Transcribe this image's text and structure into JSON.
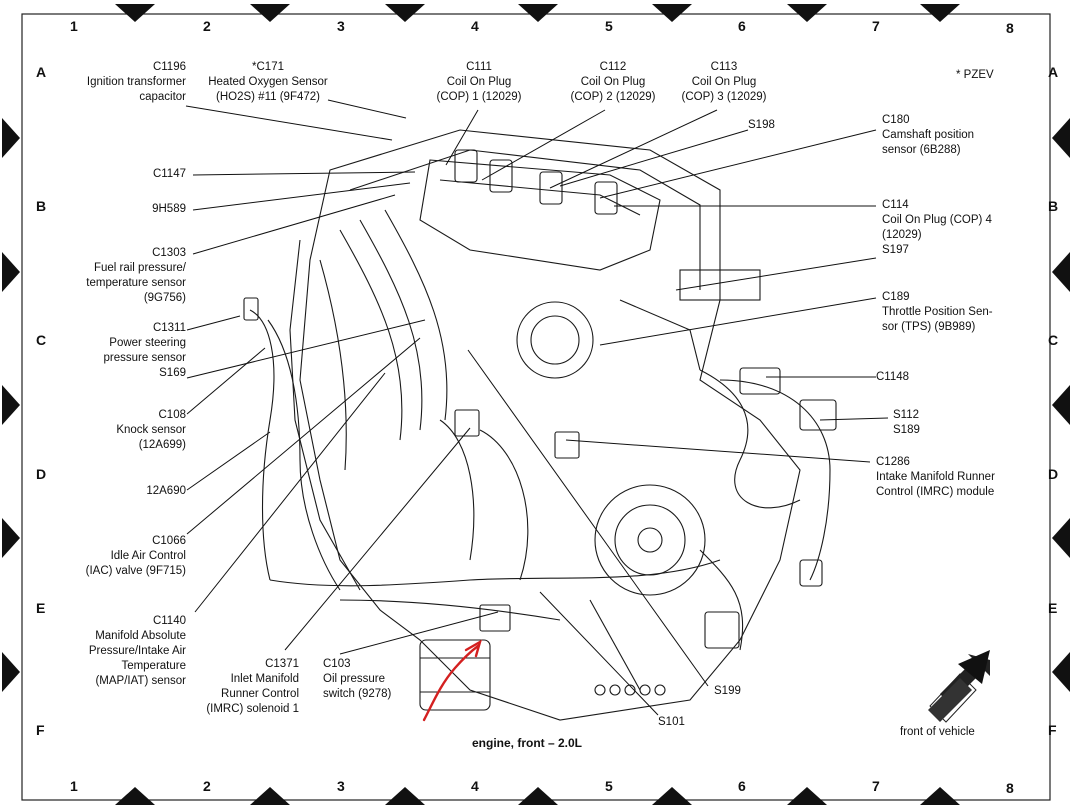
{
  "grid": {
    "columns": [
      "1",
      "2",
      "3",
      "4",
      "5",
      "6",
      "7",
      "8"
    ],
    "rows": [
      "A",
      "B",
      "C",
      "D",
      "E",
      "F"
    ]
  },
  "note": "* PZEV",
  "caption": "engine, front – 2.0L",
  "front_label": "front of vehicle",
  "labels_left": {
    "c1196": [
      "C1196",
      "Ignition transformer",
      "capacitor"
    ],
    "c171": [
      "*C171",
      "Heated Oxygen Sensor",
      "(HO2S) #11 (9F472)"
    ],
    "c1147": [
      "C1147"
    ],
    "9h589": [
      "9H589"
    ],
    "c1303": [
      "C1303",
      "Fuel rail pressure/",
      "temperature sensor",
      "(9G756)"
    ],
    "c1311": [
      "C1311",
      "Power steering",
      "pressure sensor",
      "S169"
    ],
    "c108": [
      "C108",
      "Knock sensor",
      "(12A699)"
    ],
    "12a690": [
      "12A690"
    ],
    "c1066": [
      "C1066",
      "Idle Air Control",
      "(IAC) valve (9F715)"
    ],
    "c1140": [
      "C1140",
      "Manifold Absolute",
      "Pressure/Intake Air",
      "Temperature",
      "(MAP/IAT) sensor"
    ]
  },
  "labels_top": {
    "c111": [
      "C111",
      "Coil On Plug",
      "(COP) 1 (12029)"
    ],
    "c112": [
      "C112",
      "Coil On Plug",
      "(COP) 2 (12029)"
    ],
    "c113": [
      "C113",
      "Coil On Plug",
      "(COP) 3 (12029)"
    ],
    "s198": [
      "S198"
    ]
  },
  "labels_right": {
    "c180": [
      "C180",
      "Camshaft position",
      "sensor (6B288)"
    ],
    "c114": [
      "C114",
      "Coil On Plug (COP) 4",
      "(12029)",
      "S197"
    ],
    "c189": [
      "C189",
      "Throttle Position Sen-",
      "sor (TPS) (9B989)"
    ],
    "c1148": [
      "C1148"
    ],
    "s112": [
      "S112",
      "S189"
    ],
    "c1286": [
      "C1286",
      "Intake Manifold Runner",
      "Control (IMRC) module"
    ]
  },
  "labels_bottom": {
    "c1371": [
      "C1371",
      "Inlet Manifold",
      "Runner Control",
      "(IMRC) solenoid 1"
    ],
    "c103": [
      "C103",
      "Oil pressure",
      "switch (9278)"
    ],
    "s101": [
      "S101"
    ],
    "s199": [
      "S199"
    ]
  },
  "colors": {
    "ink": "#111111",
    "annotation": "#d42020",
    "paper": "#ffffff"
  },
  "icons": [
    "front-of-vehicle-arrow-icon",
    "registration-triangle-icon"
  ]
}
